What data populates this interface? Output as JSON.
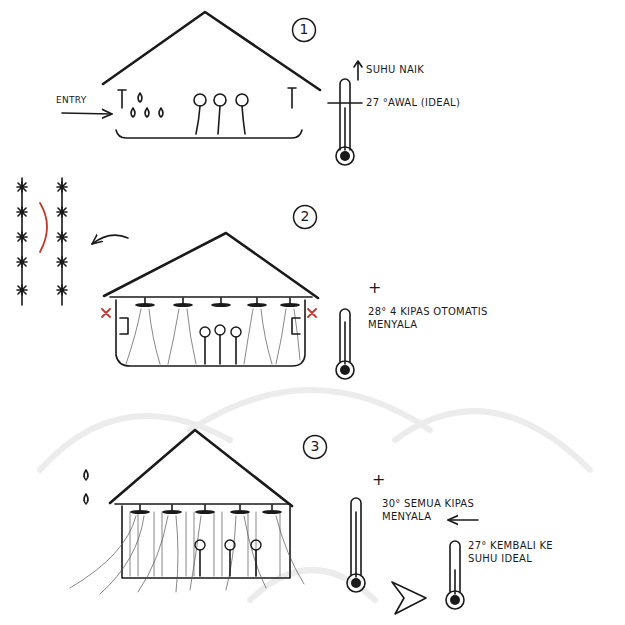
{
  "diagram": {
    "nodes": [
      {
        "text": [
          "1"
        ]
      },
      {
        "text": [
          "2"
        ]
      },
      {
        "text": [
          "3"
        ]
      }
    ],
    "labels": [
      "ENTRY",
      "SUHU NAIK",
      "27 °AWAL (IDEAL)",
      "+",
      "28° 4 KIPAS OTOMATIS MENYALA",
      "+",
      "30° SEMUA KIPAS MENYALA",
      "27° KEMBALI KE SUHU IDEAL"
    ]
  }
}
